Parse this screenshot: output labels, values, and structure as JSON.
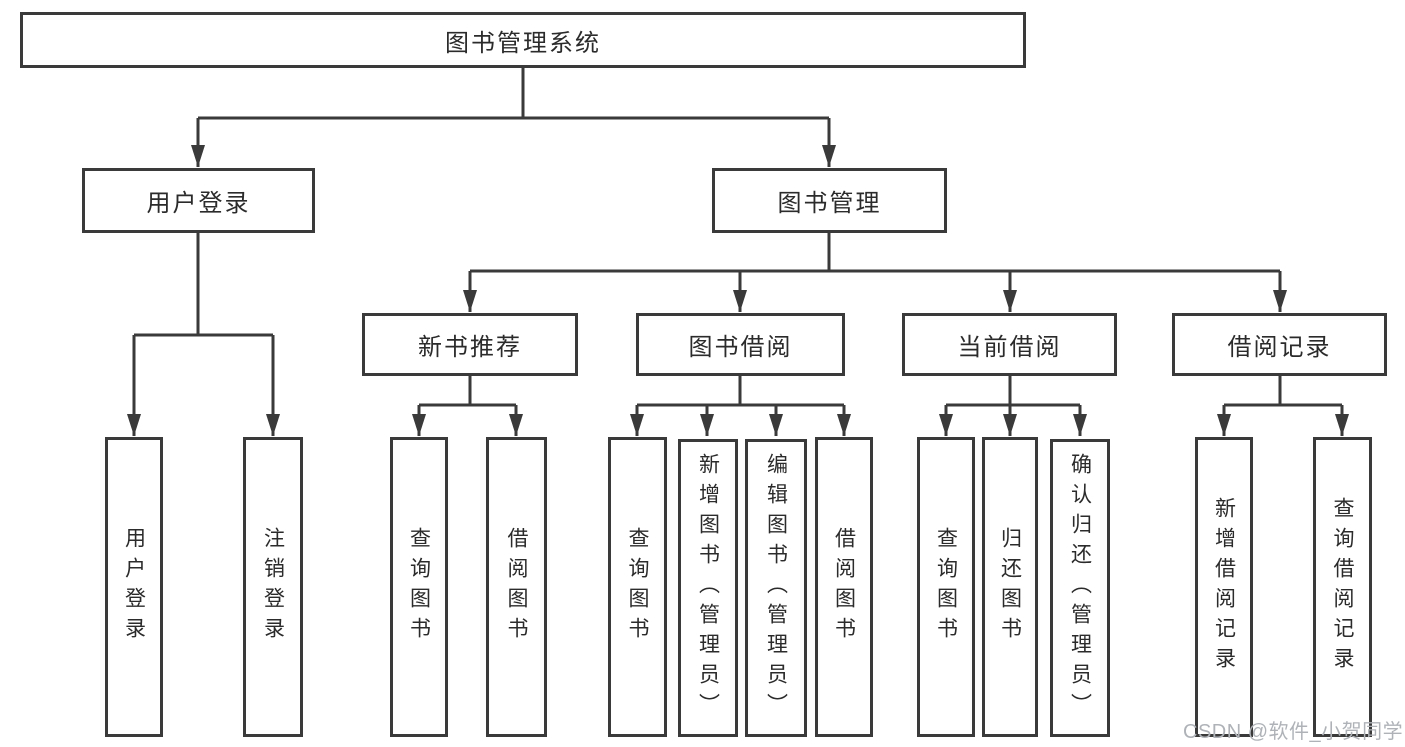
{
  "colors": {
    "line": "#3a3a3a",
    "box-background": "#ffffff",
    "text": "#2b2b2b",
    "watermark": "#afb3b8"
  },
  "watermark": {
    "text": "CSDN @软件_小贺同学"
  },
  "tree": {
    "label": "图书管理系统",
    "children": [
      {
        "label": "用户登录",
        "children": [
          {
            "label": "用户登录"
          },
          {
            "label": "注销登录"
          }
        ]
      },
      {
        "label": "图书管理",
        "children": [
          {
            "label": "新书推荐",
            "children": [
              {
                "label": "查询图书"
              },
              {
                "label": "借阅图书"
              }
            ]
          },
          {
            "label": "图书借阅",
            "children": [
              {
                "label": "查询图书"
              },
              {
                "label": "新增图书（管理员）"
              },
              {
                "label": "编辑图书（管理员）"
              },
              {
                "label": "借阅图书"
              }
            ]
          },
          {
            "label": "当前借阅",
            "children": [
              {
                "label": "查询图书"
              },
              {
                "label": "归还图书"
              },
              {
                "label": "确认归还（管理员）"
              }
            ]
          },
          {
            "label": "借阅记录",
            "children": [
              {
                "label": "新增借阅记录"
              },
              {
                "label": "查询借阅记录"
              }
            ]
          }
        ]
      }
    ]
  }
}
